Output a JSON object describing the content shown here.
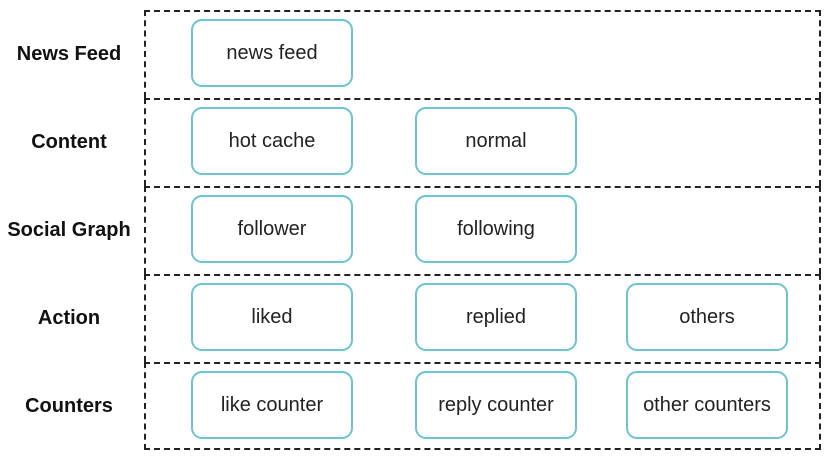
{
  "rows": [
    {
      "label": "News Feed",
      "items": [
        "news feed"
      ]
    },
    {
      "label": "Content",
      "items": [
        "hot cache",
        "normal"
      ]
    },
    {
      "label": "Social Graph",
      "items": [
        "follower",
        "following"
      ]
    },
    {
      "label": "Action",
      "items": [
        "liked",
        "replied",
        "others"
      ]
    },
    {
      "label": "Counters",
      "items": [
        "like counter",
        "reply counter",
        "other counters"
      ]
    }
  ],
  "colors": {
    "box_border": "#6cc3d1",
    "dashed_border": "#222222",
    "text": "#222222"
  }
}
